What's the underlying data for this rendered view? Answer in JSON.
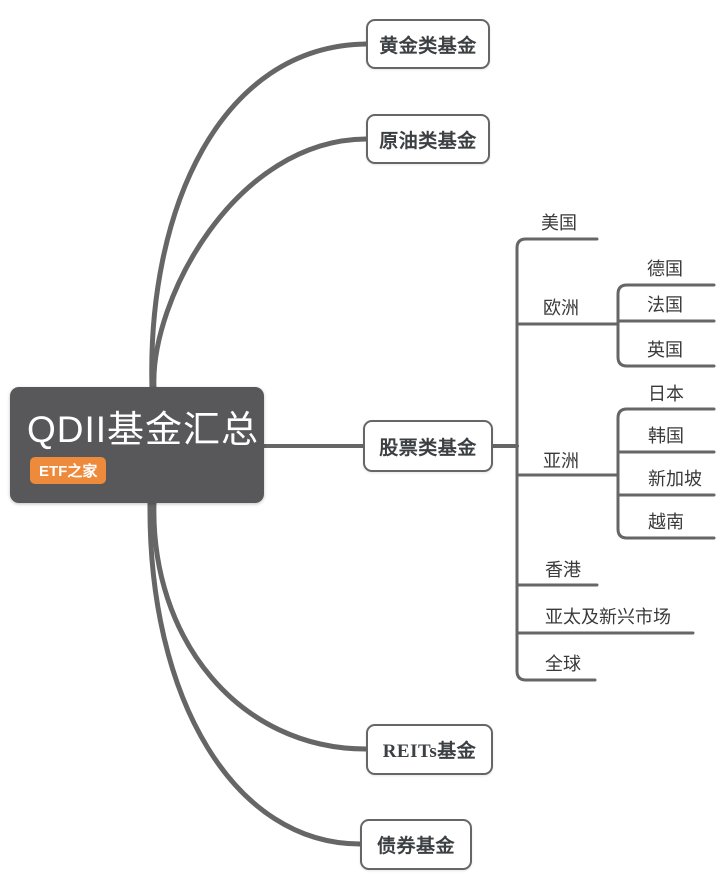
{
  "root": {
    "title": "QDII基金汇总",
    "badge": "ETF之家"
  },
  "branches": [
    {
      "label": "黄金类基金"
    },
    {
      "label": "原油类基金"
    },
    {
      "label": "股票类基金",
      "children": [
        {
          "label": "美国"
        },
        {
          "label": "欧洲",
          "children": [
            {
              "label": "德国"
            },
            {
              "label": "法国"
            },
            {
              "label": "英国"
            }
          ]
        },
        {
          "label": "亚洲",
          "children": [
            {
              "label": "日本"
            },
            {
              "label": "韩国"
            },
            {
              "label": "新加坡"
            },
            {
              "label": "越南"
            }
          ]
        },
        {
          "label": "香港"
        },
        {
          "label": "亚太及新兴市场"
        },
        {
          "label": "全球"
        }
      ]
    },
    {
      "label": "REITs基金"
    },
    {
      "label": "债券基金"
    }
  ],
  "colors": {
    "root_bg": "#58585a",
    "root_text": "#ffffff",
    "badge_bg": "#ed8a3c",
    "badge_text": "#ffffff",
    "line": "#666666",
    "node_border": "#666666",
    "node_text": "#3c4043",
    "leaf_text": "#3a3a3a",
    "background": "#ffffff"
  }
}
